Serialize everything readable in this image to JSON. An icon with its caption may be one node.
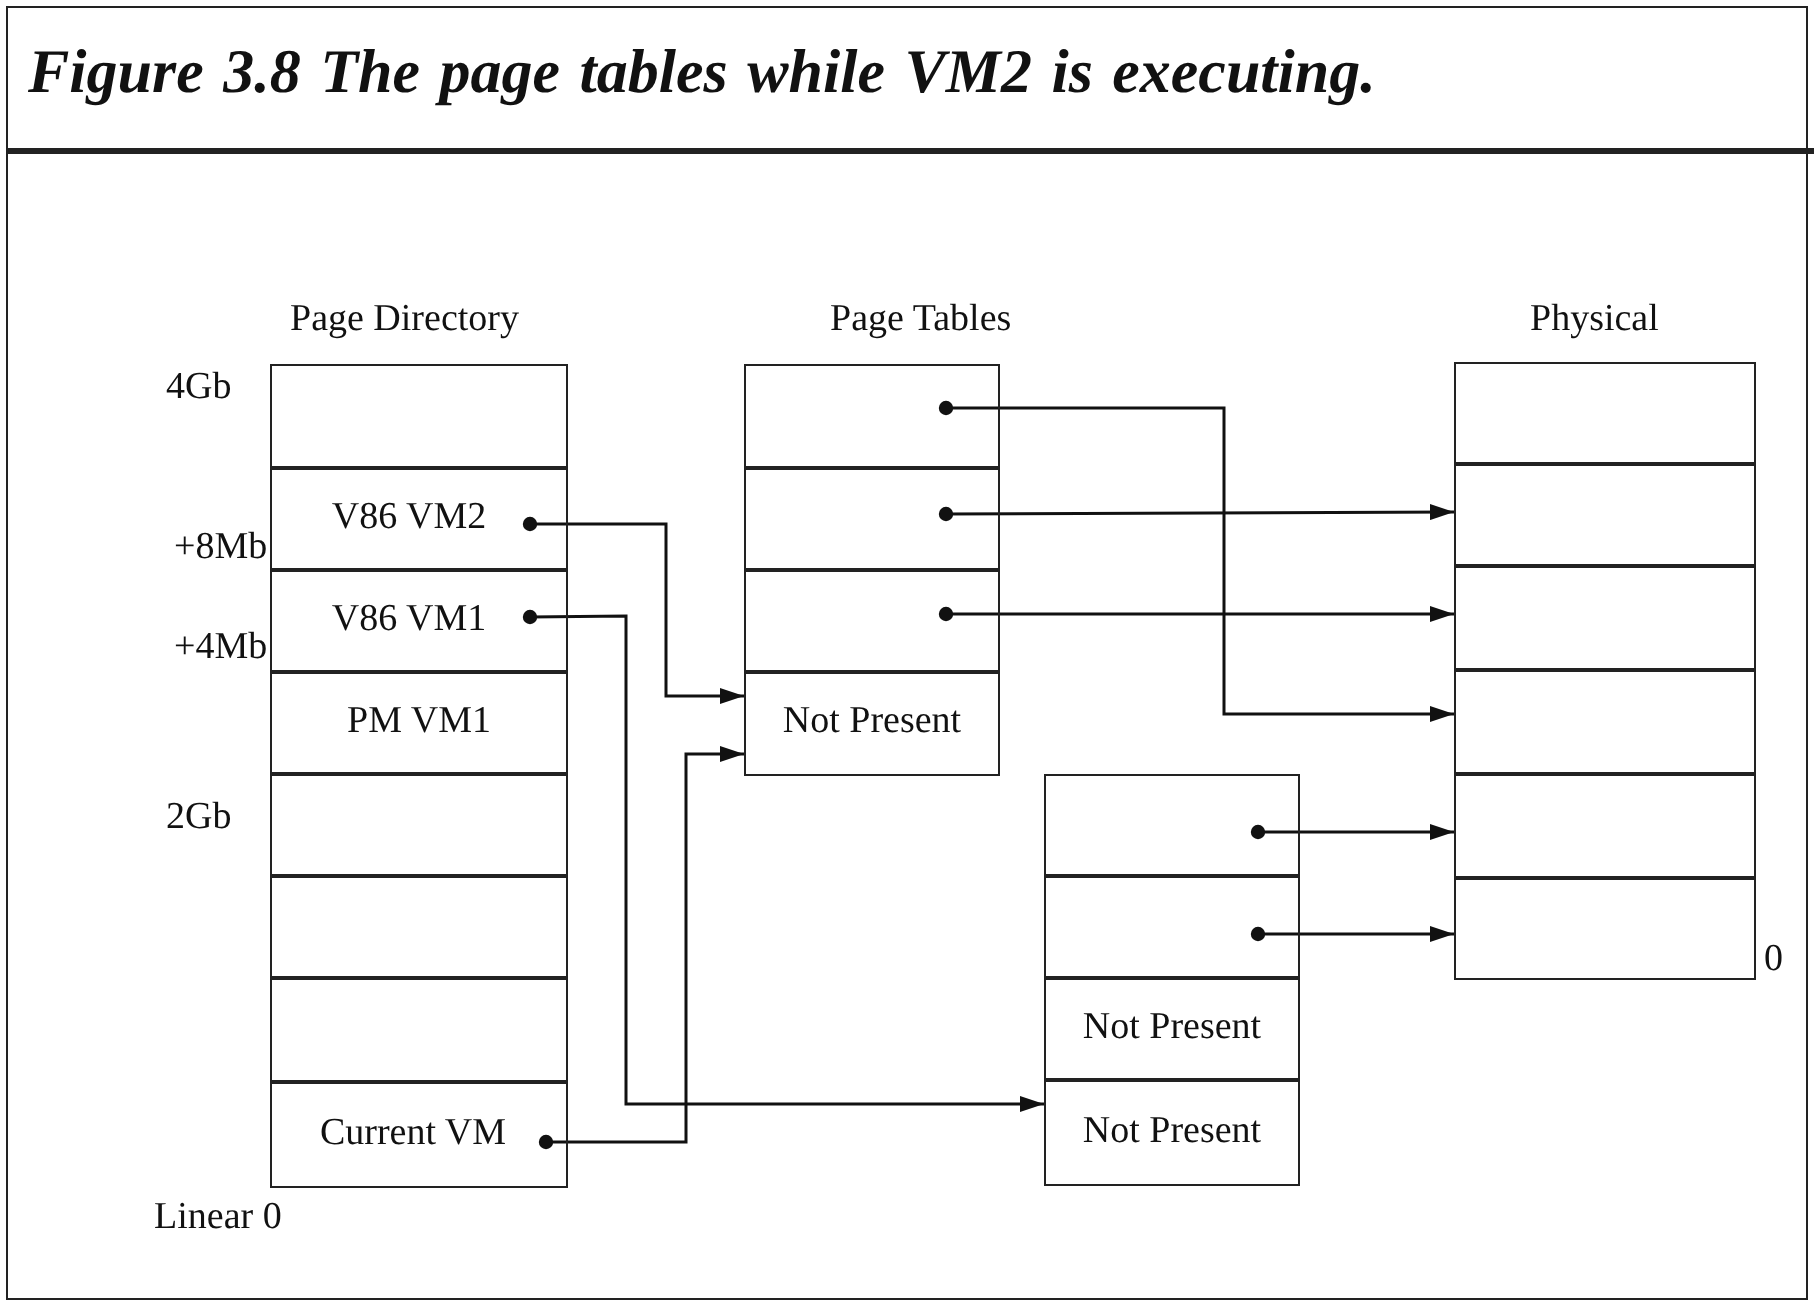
{
  "diagram": {
    "title": "Figure 3.8 The page tables while VM2 is executing.",
    "nodes": [
      {
        "text": [],
        "shape": "box"
      },
      {
        "text": [
          "V86 VM2"
        ]
      },
      {
        "text": [
          "V86 VM1"
        ]
      },
      {
        "text": [
          "PM VM1"
        ]
      },
      {
        "text": [],
        "shape": "box"
      },
      {
        "text": [],
        "shape": "box"
      },
      {
        "text": [],
        "shape": "box"
      },
      {
        "text": [
          "Current VM"
        ]
      },
      {
        "text": [],
        "shape": "box"
      },
      {
        "text": [],
        "shape": "box"
      },
      {
        "text": [],
        "shape": "box"
      },
      {
        "text": [
          "Not Present"
        ]
      },
      {
        "text": [],
        "shape": "box"
      },
      {
        "text": [],
        "shape": "box"
      },
      {
        "text": [
          "Not Present"
        ]
      },
      {
        "text": [
          "Not Present"
        ]
      },
      {
        "text": [],
        "shape": "box"
      },
      {
        "text": [],
        "shape": "box"
      },
      {
        "text": [],
        "shape": "box"
      },
      {
        "text": [],
        "shape": "box"
      },
      {
        "text": [],
        "shape": "box"
      },
      {
        "text": [],
        "shape": "box"
      }
    ],
    "edges": [
      {
        "from": 1,
        "to": 11,
        "arrow": "to"
      },
      {
        "from": 2,
        "to": 15,
        "arrow": "to"
      },
      {
        "from": 7,
        "to": 11,
        "arrow": "to"
      },
      {
        "from": 8,
        "to": 19,
        "arrow": "to"
      },
      {
        "from": 9,
        "to": 17,
        "arrow": "to"
      },
      {
        "from": 10,
        "to": 18,
        "arrow": "to"
      },
      {
        "from": 12,
        "to": 20,
        "arrow": "to"
      },
      {
        "from": 13,
        "to": 21,
        "arrow": "to"
      }
    ],
    "labels": [
      "Page Directory",
      "Page Tables",
      "Physical",
      "4Gb",
      "+8Mb",
      "+4Mb",
      "2Gb",
      "Linear 0",
      "0"
    ]
  }
}
